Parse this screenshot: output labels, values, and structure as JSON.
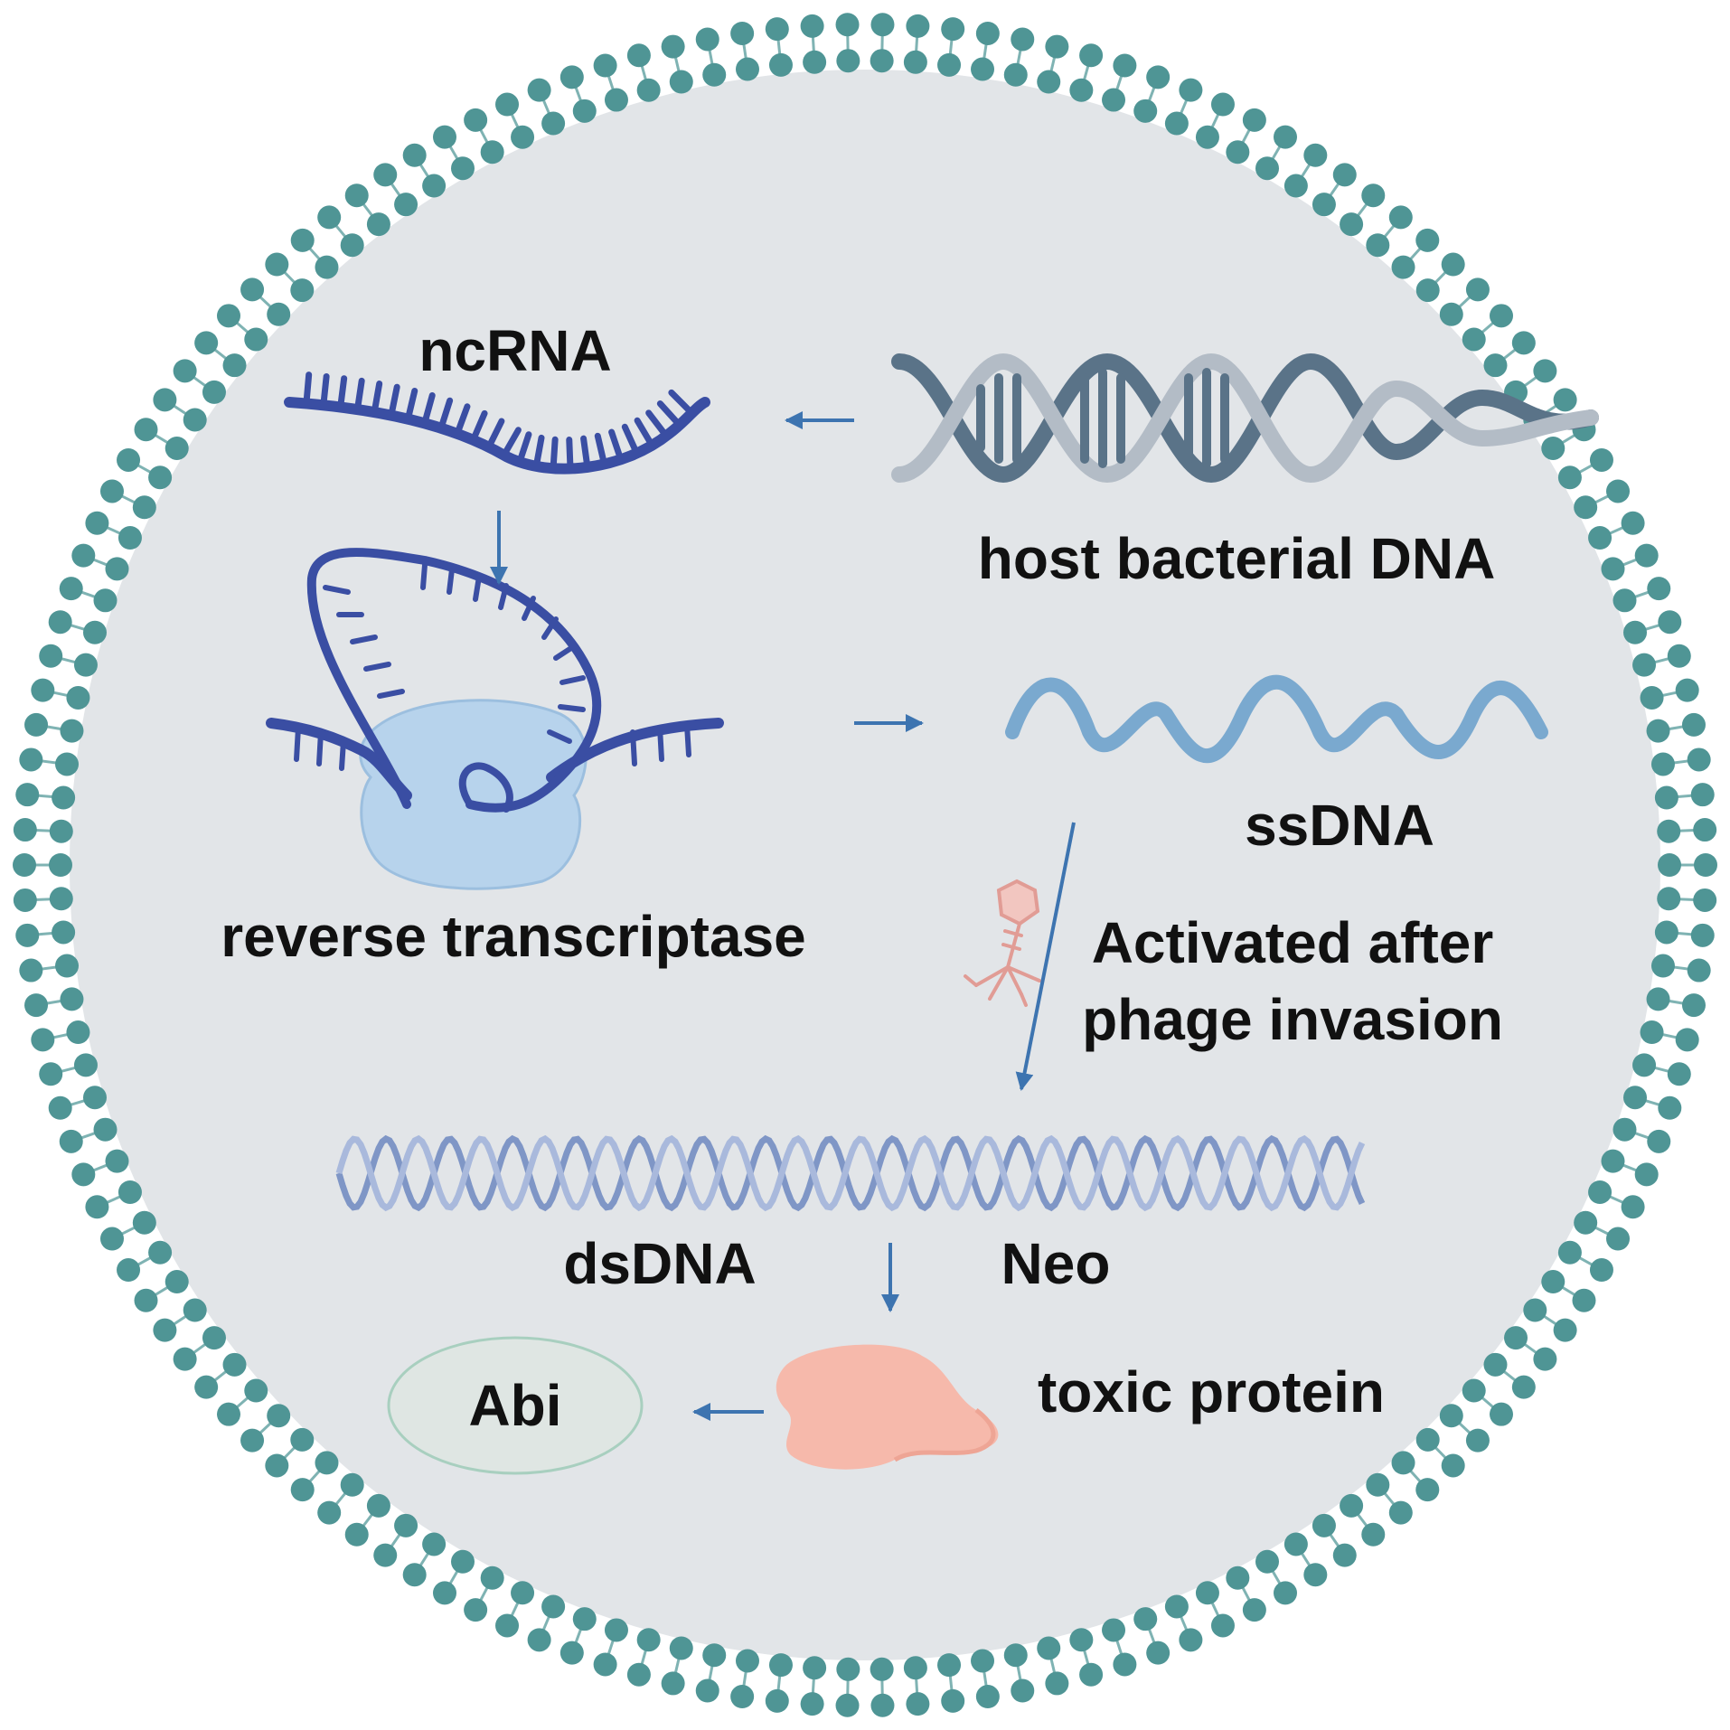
{
  "labels": {
    "ncrna": "ncRNA",
    "host_dna": "host bacterial DNA",
    "reverse_transcriptase": "reverse transcriptase",
    "ssdna": "ssDNA",
    "activated_line1": "Activated after",
    "activated_line2": "phage invasion",
    "dsdna": "dsDNA",
    "neo": "Neo",
    "toxic_protein": "toxic protein",
    "abi": "Abi"
  },
  "colors": {
    "cell_fill": "#e2e5e8",
    "membrane_bead": "#4f9595",
    "membrane_tail": "#7fb3b3",
    "arrow": "#3d74b0",
    "rna": "#3a4ea3",
    "host_dna_dark": "#5a7388",
    "host_dna_light": "#b3bcc6",
    "ssdna": "#7aa9cf",
    "dsdna": "#7f96c6",
    "enzyme": "#b7d3ec",
    "toxic_protein": "#f6b9ab",
    "abi_fill": "#dfe6e3",
    "abi_stroke": "#a8cfbf",
    "phage": "#e19c95"
  }
}
